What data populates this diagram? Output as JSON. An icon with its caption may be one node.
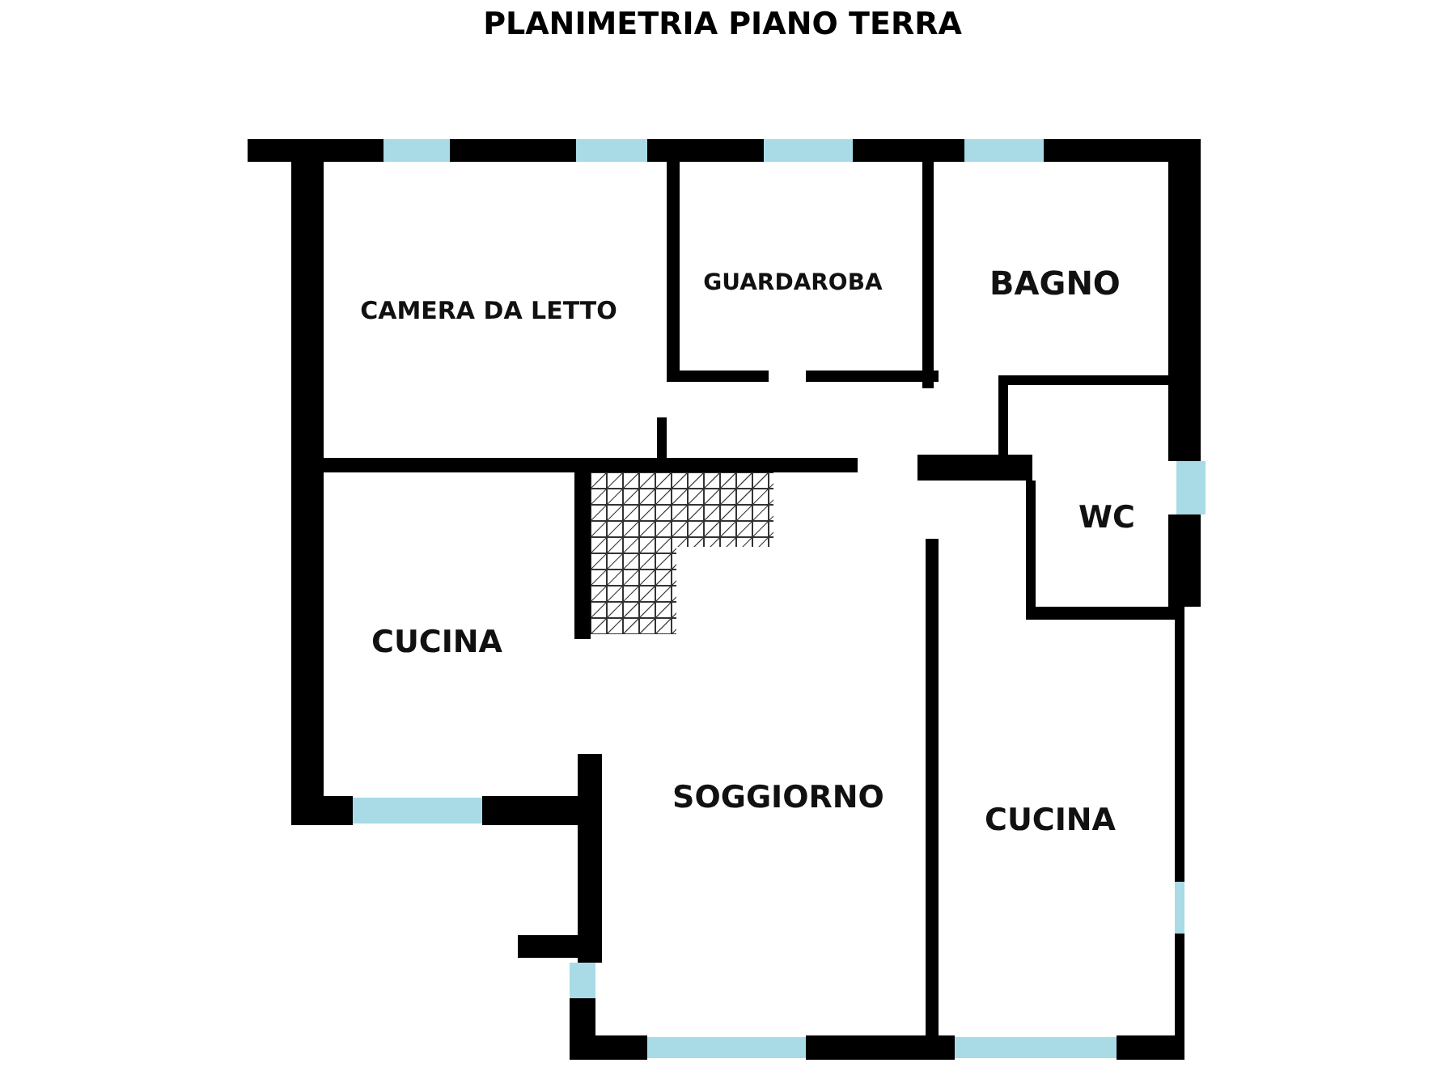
{
  "diagram": {
    "title": "PLANIMETRIA PIANO TERRA",
    "labels": [
      "CAMERA DA LETTO",
      "GUARDAROBA",
      "BAGNO",
      "WC",
      "CUCINA",
      "SOGGIORNO",
      "CUCINA"
    ]
  }
}
